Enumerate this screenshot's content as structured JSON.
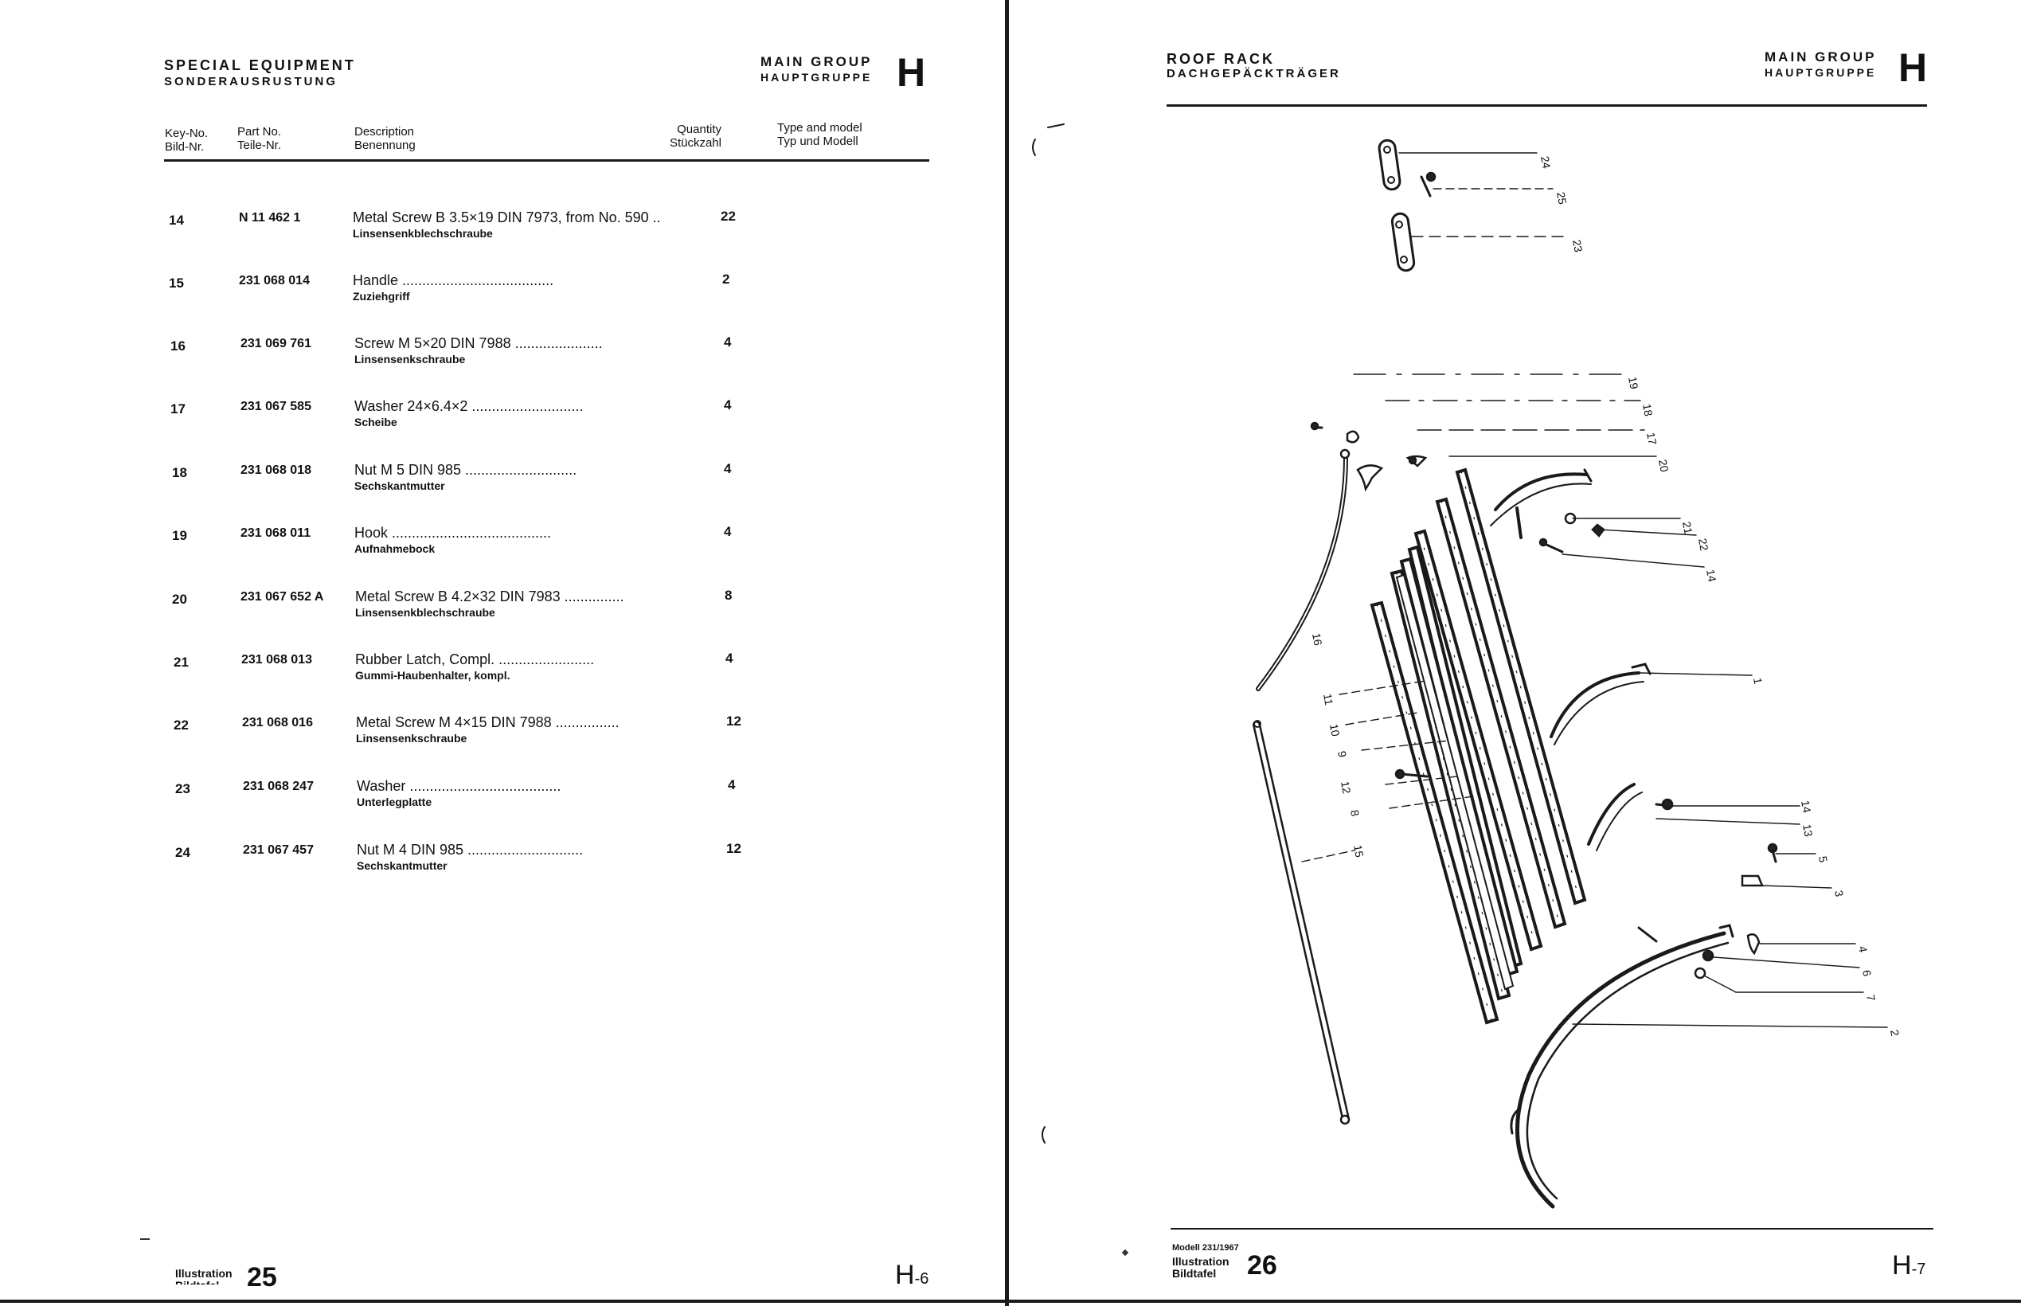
{
  "left_page": {
    "section_title_en": "SPECIAL EQUIPMENT",
    "section_title_de": "SONDERAUSRUSTUNG",
    "main_group_en": "MAIN GROUP",
    "main_group_de": "HAUPTGRUPPE",
    "group_letter": "H",
    "columns": {
      "key_en": "Key-No.",
      "key_de": "Bild-Nr.",
      "part_en": "Part No.",
      "part_de": "Teile-Nr.",
      "desc_en": "Description",
      "desc_de": "Benennung",
      "qty_en": "Quantity",
      "qty_de": "Stückzahl",
      "type_en": "Type and model",
      "type_de": "Typ und Modell"
    },
    "rows": [
      {
        "key": "14",
        "part": "N 11 462 1",
        "desc": "Metal Screw B 3.5×19 DIN 7973, from No. 590 ..",
        "desc_de": "Linsensenkblechschraube",
        "qty": "22"
      },
      {
        "key": "15",
        "part": "231 068 014",
        "desc": "Handle ......................................",
        "desc_de": "Zuziehgriff",
        "qty": "2"
      },
      {
        "key": "16",
        "part": "231 069 761",
        "desc": "Screw M 5×20 DIN 7988 ......................",
        "desc_de": "Linsensenkschraube",
        "qty": "4"
      },
      {
        "key": "17",
        "part": "231 067 585",
        "desc": "Washer 24×6.4×2 ............................",
        "desc_de": "Scheibe",
        "qty": "4"
      },
      {
        "key": "18",
        "part": "231 068 018",
        "desc": "Nut M 5 DIN 985 ............................",
        "desc_de": "Sechskantmutter",
        "qty": "4"
      },
      {
        "key": "19",
        "part": "231 068 011",
        "desc": "Hook ........................................",
        "desc_de": "Aufnahmebock",
        "qty": "4"
      },
      {
        "key": "20",
        "part": "231 067 652 A",
        "desc": "Metal Screw B 4.2×32 DIN 7983 ...............",
        "desc_de": "Linsensenkblechschraube",
        "qty": "8"
      },
      {
        "key": "21",
        "part": "231 068 013",
        "desc": "Rubber Latch, Compl. ........................",
        "desc_de": "Gummi-Haubenhalter, kompl.",
        "qty": "4"
      },
      {
        "key": "22",
        "part": "231 068 016",
        "desc": "Metal Screw M 4×15 DIN 7988 ................",
        "desc_de": "Linsensenkschraube",
        "qty": "12"
      },
      {
        "key": "23",
        "part": "231 068 247",
        "desc": "Washer ......................................",
        "desc_de": "Unterlegplatte",
        "qty": "4"
      },
      {
        "key": "24",
        "part": "231 067 457",
        "desc": "Nut M 4 DIN 985 .............................",
        "desc_de": "Sechskantmutter",
        "qty": "12"
      }
    ],
    "footer_illustration_en": "Illustration",
    "footer_illustration_de": "Bildtafel",
    "footer_number": "25",
    "footer_code": "H",
    "footer_code_suffix": "-6"
  },
  "right_page": {
    "section_title_en": "ROOF RACK",
    "section_title_de": "DACHGEPÄCKTRÄGER",
    "main_group_en": "MAIN GROUP",
    "main_group_de": "HAUPTGRUPPE",
    "group_letter": "H",
    "callouts": [
      "24",
      "25",
      "23",
      "19",
      "18",
      "17",
      "20",
      "21",
      "22",
      "14",
      "16",
      "11",
      "10",
      "9",
      "12",
      "8",
      "15",
      "1",
      "14",
      "13",
      "5",
      "3",
      "4",
      "6",
      "7",
      "2"
    ],
    "footer_model": "Modell 231/1967",
    "footer_illustration_en": "Illustration",
    "footer_illustration_de": "Bildtafel",
    "footer_number": "26",
    "footer_code": "H",
    "footer_code_suffix": "-7"
  }
}
